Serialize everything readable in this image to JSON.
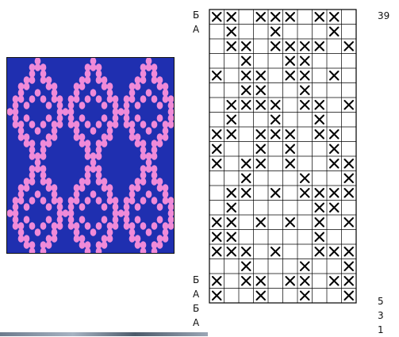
{
  "chart": {
    "row_numbers": [
      "39",
      "5",
      "3",
      "1"
    ],
    "side_labels": [
      "Б",
      "А",
      "Б",
      "А",
      "Б",
      "А"
    ],
    "rows": [
      "XX.XXX.XX.",
      ".X..X...X.",
      ".XX.XXXX.X",
      "..X..XX...",
      "X.XX.XX.X.",
      "..XX..X...",
      ".XXXX.XX.X",
      ".X..X..X..",
      "XX.XXX.XX.",
      "X..X.X..X.",
      "X.XX.X..XX",
      "..X...X..X",
      ".XX.X.XXXX",
      ".X.....XX.",
      "XX.X.X.X.X",
      "XX.....X..",
      "XXX.X..XXX",
      "..X...X..X",
      "X.XX.XX.XX",
      "X..X..X..X"
    ]
  },
  "colors": {
    "swatch_blue": "#1f2fb0",
    "swatch_pink": "#f08ad8",
    "grid": "#000000"
  }
}
